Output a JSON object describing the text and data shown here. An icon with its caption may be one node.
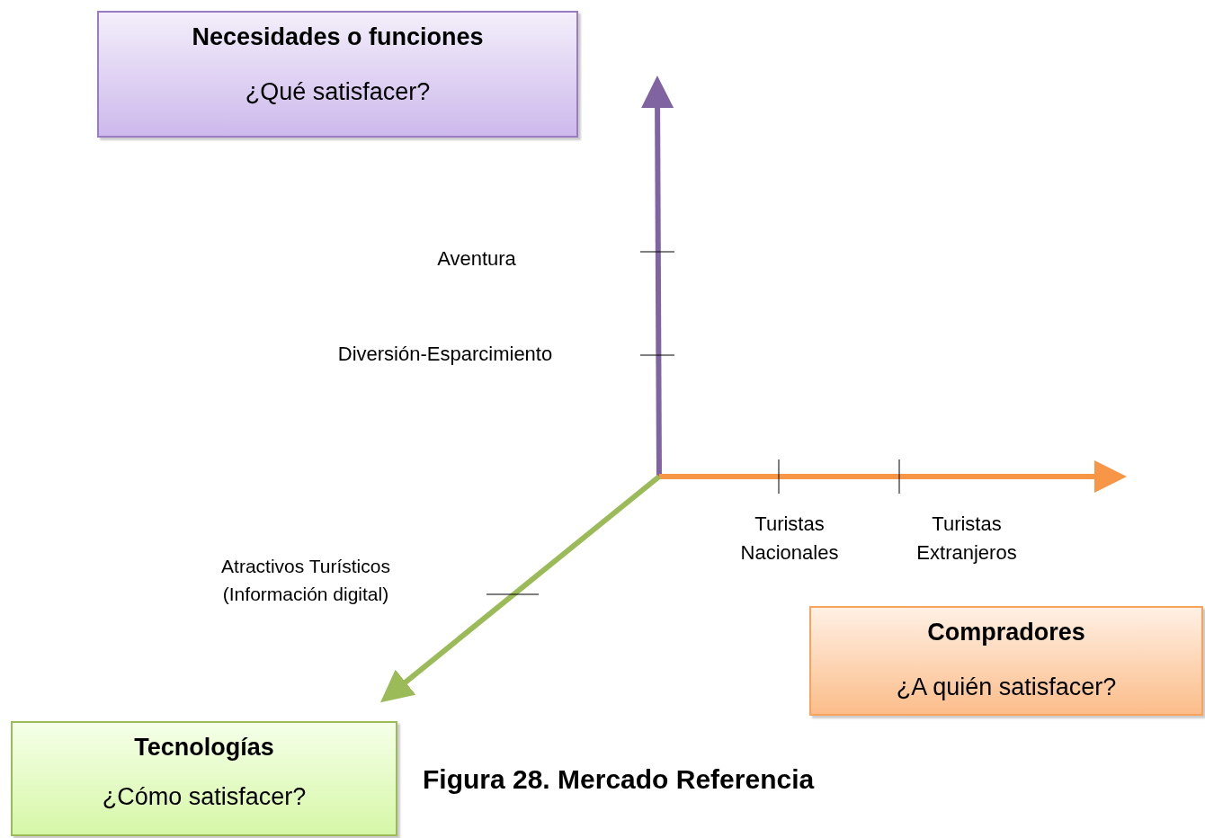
{
  "diagram": {
    "caption": "Figura 28. Mercado Referencia",
    "nodes": [
      {
        "text": [
          "Necesidades o funciones",
          "¿Qué satisfacer?"
        ]
      },
      {
        "text": [
          "Compradores",
          "¿A quién satisfacer?"
        ]
      },
      {
        "text": [
          "Tecnologías",
          "¿Cómo satisfacer?"
        ]
      }
    ],
    "labels": [
      "Aventura",
      "Diversión-Esparcimiento",
      "Turistas Nacionales",
      "Turistas Extranjeros",
      "Atractivos Turísticos (Información digital)"
    ]
  }
}
